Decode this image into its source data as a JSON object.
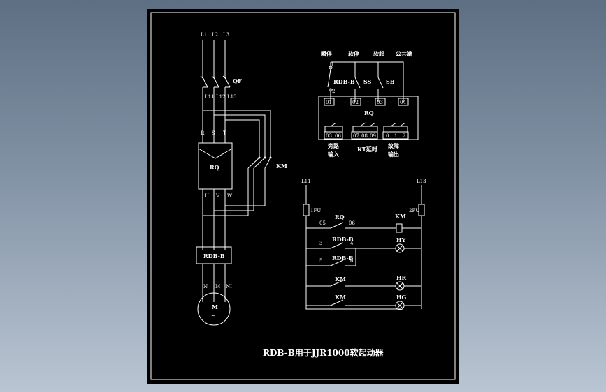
{
  "title": "RDB-B用于JJR1000软起动器",
  "colors": {
    "background": "#6f7f92",
    "paper": "#000000",
    "line": "#ffffff"
  },
  "main": {
    "phases": [
      "L1",
      "L2",
      "L3"
    ],
    "breaker": "QF",
    "lines_out": [
      "L11",
      "L12",
      "L13"
    ],
    "softstarter_in": [
      "R",
      "S",
      "T"
    ],
    "softstarter": "RQ",
    "softstarter_out": [
      "U",
      "V",
      "W"
    ],
    "bypass": "KM",
    "protector": "RDB-B",
    "motor_terms": [
      "N",
      "M",
      "NI"
    ],
    "motor": "M",
    "motor_symbol": "~"
  },
  "terminals": {
    "top_labels": [
      "瞬停",
      "软停",
      "软起",
      "公共端"
    ],
    "switches": [
      "RDB-B",
      "SS",
      "SB"
    ],
    "input_terms": [
      "01",
      "02",
      "03",
      "04"
    ],
    "unit": "RQ",
    "output_terms": [
      "03",
      "06",
      "07",
      "08",
      "09",
      "0",
      "1",
      "2"
    ],
    "bottom_labels": [
      [
        "旁路",
        "输入"
      ],
      [
        "KT延时"
      ],
      [
        "故障",
        "输出"
      ]
    ],
    "numbers": [
      "1",
      "2"
    ]
  },
  "control": {
    "left_bus": "L11",
    "right_bus": "L13",
    "fuse_left": "1FU",
    "fuse_right": "2FU",
    "row1": {
      "from": "05",
      "contact": "RQ",
      "to": "06",
      "load": "KM"
    },
    "row2": {
      "from": "3",
      "contact": "RDB-B",
      "to": "4",
      "load": "HY"
    },
    "row3": {
      "from": "5",
      "contact": "RDB-B",
      "to": "6"
    },
    "row4": {
      "contact": "KM",
      "load": "HR"
    },
    "row5": {
      "contact": "KM",
      "load": "HG"
    }
  }
}
